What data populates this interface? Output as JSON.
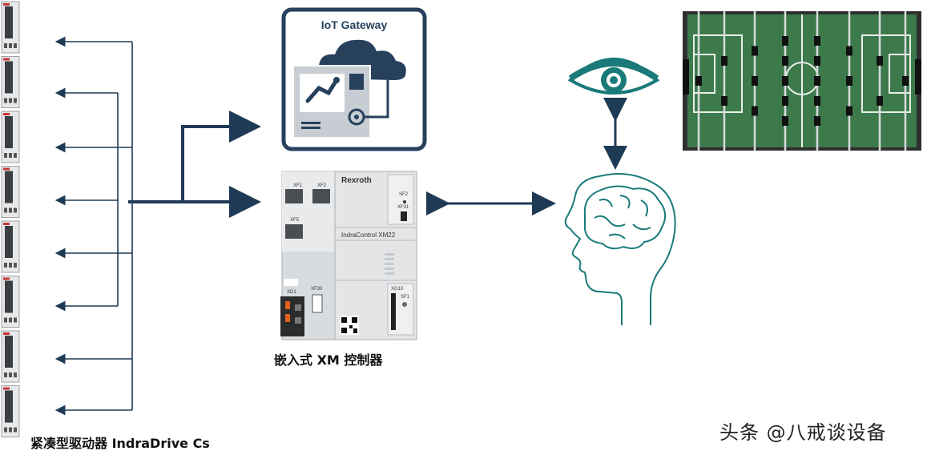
{
  "iot_gateway": {
    "title": "IoT Gateway"
  },
  "controller": {
    "brand": "Rexroth",
    "model": "IndraControl XM22",
    "ports": {
      "xf1": "XF1",
      "xf2": "XF2",
      "xf5": "XF5",
      "xf30": "XF30",
      "xd1": "XD1",
      "sf2": "SF2",
      "xf31": "XF31",
      "xg10": "XG10",
      "sf1": "SF1"
    },
    "caption": "嵌入式 XM 控制器"
  },
  "drives": {
    "caption": "紧凑型驱动器 IndraDrive Cs",
    "count": 8
  },
  "watermark": "头条 @八戒谈设备",
  "colors": {
    "arrow": "#1f3a55",
    "gateway_border": "#27405c",
    "teal": "#1a7a7a",
    "field": "#3c7a4c"
  }
}
